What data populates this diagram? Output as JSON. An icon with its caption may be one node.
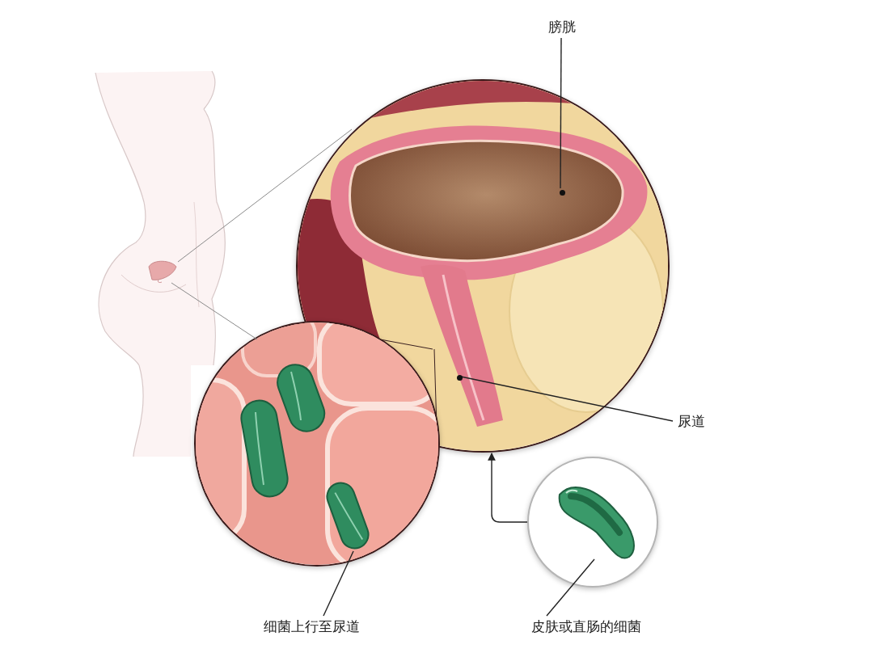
{
  "diagram": {
    "nodes": [
      {
        "text": [
          "膀胱"
        ]
      },
      {
        "text": [],
        "shape": "picture"
      },
      {
        "text": [],
        "shape": "picture",
        "in": 1
      },
      {
        "text": [],
        "shape": "picture"
      },
      {
        "text": [],
        "shape": "circle",
        "in": 3
      },
      {
        "text": [
          "尿道"
        ]
      },
      {
        "text": [],
        "shape": "circle",
        "in": 3
      },
      {
        "text": [],
        "shape": "picture"
      },
      {
        "text": [],
        "shape": "picture",
        "in": 7
      },
      {
        "text": [],
        "shape": "picture"
      },
      {
        "text": [],
        "shape": "picture",
        "in": 9
      },
      {
        "text": [
          "细菌上行至尿道"
        ]
      },
      {
        "text": [
          "皮肤或直肠的细菌"
        ]
      }
    ],
    "edges": [
      {
        "from": 0,
        "to": 4,
        "arrow": "none"
      },
      {
        "from": 5,
        "to": 6,
        "arrow": "none"
      },
      {
        "from": 11,
        "to": 8,
        "arrow": "none"
      },
      {
        "from": 12,
        "to": 10,
        "arrow": "none"
      },
      {
        "from": 9,
        "to": 3,
        "arrow": "to"
      },
      {
        "from": 2,
        "to": 3,
        "arrow": "none",
        "color": "#8a8a8a"
      },
      {
        "from": 2,
        "to": 7,
        "arrow": "none",
        "color": "#8a8a8a"
      }
    ]
  }
}
